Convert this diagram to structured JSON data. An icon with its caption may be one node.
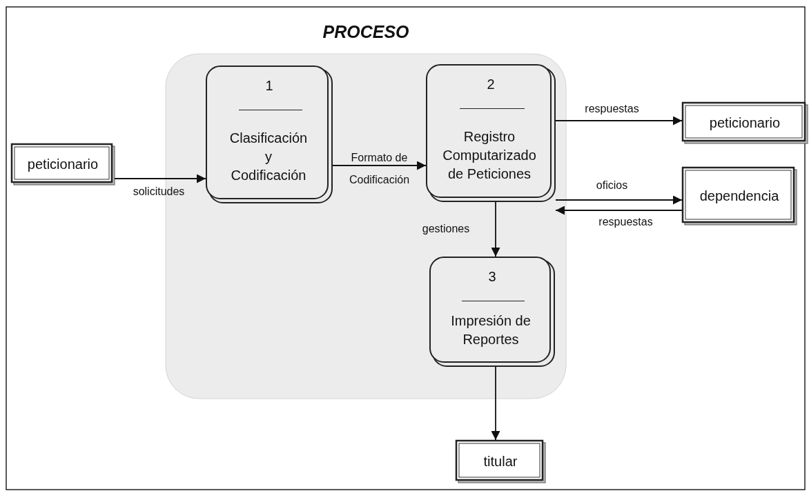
{
  "diagram": {
    "nodes": [
      {
        "text": [
          "PROCESO"
        ]
      },
      {
        "text": [
          "1",
          "Clasificación y Codificación"
        ],
        "in": 0
      },
      {
        "text": [
          "2",
          "Registro Computarizado de Peticiones"
        ],
        "in": 0
      },
      {
        "text": [
          "3",
          "Impresión de Reportes"
        ],
        "in": 0
      },
      {
        "text": [
          "peticionario"
        ]
      },
      {
        "text": [
          "peticionario"
        ]
      },
      {
        "text": [
          "dependencia"
        ]
      },
      {
        "text": [
          "titular"
        ]
      }
    ],
    "edges": [
      {
        "from": 4,
        "to": 1,
        "arrow": "to",
        "label": "solicitudes"
      },
      {
        "from": 1,
        "to": 2,
        "arrow": "to",
        "label": "Formato de Codificación"
      },
      {
        "from": 2,
        "to": 5,
        "arrow": "to",
        "label": "respuestas"
      },
      {
        "from": 2,
        "to": 6,
        "arrow": "to",
        "label": "oficios"
      },
      {
        "from": 6,
        "to": 2,
        "arrow": "to",
        "label": "respuestas"
      },
      {
        "from": 2,
        "to": 3,
        "arrow": "to",
        "label": "gestiones"
      },
      {
        "from": 3,
        "to": 7,
        "arrow": "to"
      }
    ]
  }
}
